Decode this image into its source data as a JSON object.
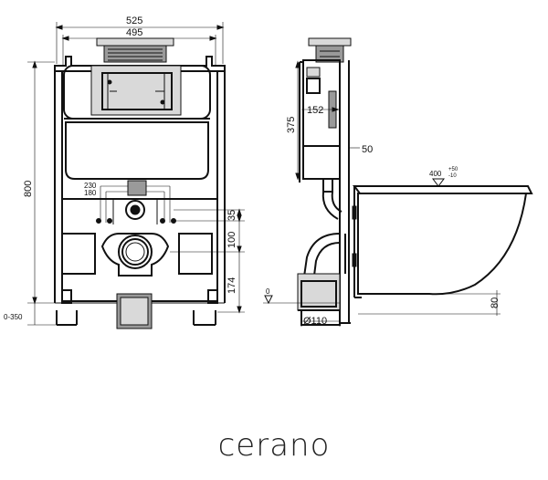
{
  "brand": {
    "name": "cerano"
  },
  "front_view": {
    "width_outer": "525",
    "width_inner": "495",
    "height_total": "800",
    "floor_range": "0-350",
    "outlet_spacing_outer": "230",
    "outlet_spacing_inner": "180",
    "height_35": "35",
    "height_100": "100",
    "height_174": "174"
  },
  "side_view": {
    "depth_375": "375",
    "depth_152": "152",
    "frame_50": "50",
    "floor_zero": "0",
    "pipe_diameter": "Ø110",
    "bowl_height": "400",
    "bowl_tol_plus": "+50",
    "bowl_tol_minus": "-10",
    "bowl_gap": "80"
  }
}
